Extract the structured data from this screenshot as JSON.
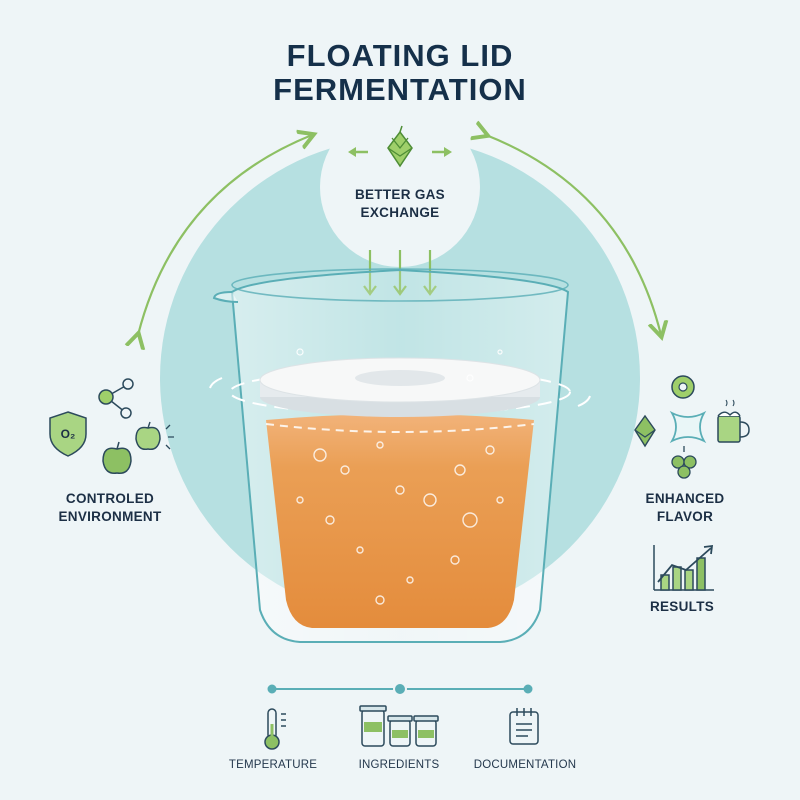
{
  "title": {
    "line1": "FLOATING LID",
    "line2": "FERMENTATION"
  },
  "top_feature": {
    "line1": "BETTER GAS",
    "line2": "EXCHANGE",
    "icon": "hop-icon"
  },
  "left_feature": {
    "line1": "CONTROLED",
    "line2": "ENVIRONMENT",
    "icons": [
      "oxygen-shield-icon",
      "molecule-icon",
      "apple-icon",
      "sparkle-apple-icon"
    ]
  },
  "right_feature": {
    "line1": "ENHANCED",
    "line2": "FLAVOR",
    "icons": [
      "apple-icon",
      "hop-icon",
      "berries-icon",
      "beer-mug-icon"
    ]
  },
  "results": {
    "label": "RESULTS",
    "icon": "bar-chart-icon"
  },
  "bottom_items": [
    {
      "label": "TEMPERATURE",
      "icon": "thermometer-icon"
    },
    {
      "label": "INGREDIENTS",
      "icon": "jars-icon"
    },
    {
      "label": "DOCUMENTATION",
      "icon": "notebook-icon"
    }
  ],
  "colors": {
    "background": "#eef5f7",
    "circle": "#b6e0e1",
    "liquid": "#e89a4c",
    "arrow_green": "#8dc063",
    "navy": "#15304a",
    "teal_line": "#5aaeb6"
  }
}
